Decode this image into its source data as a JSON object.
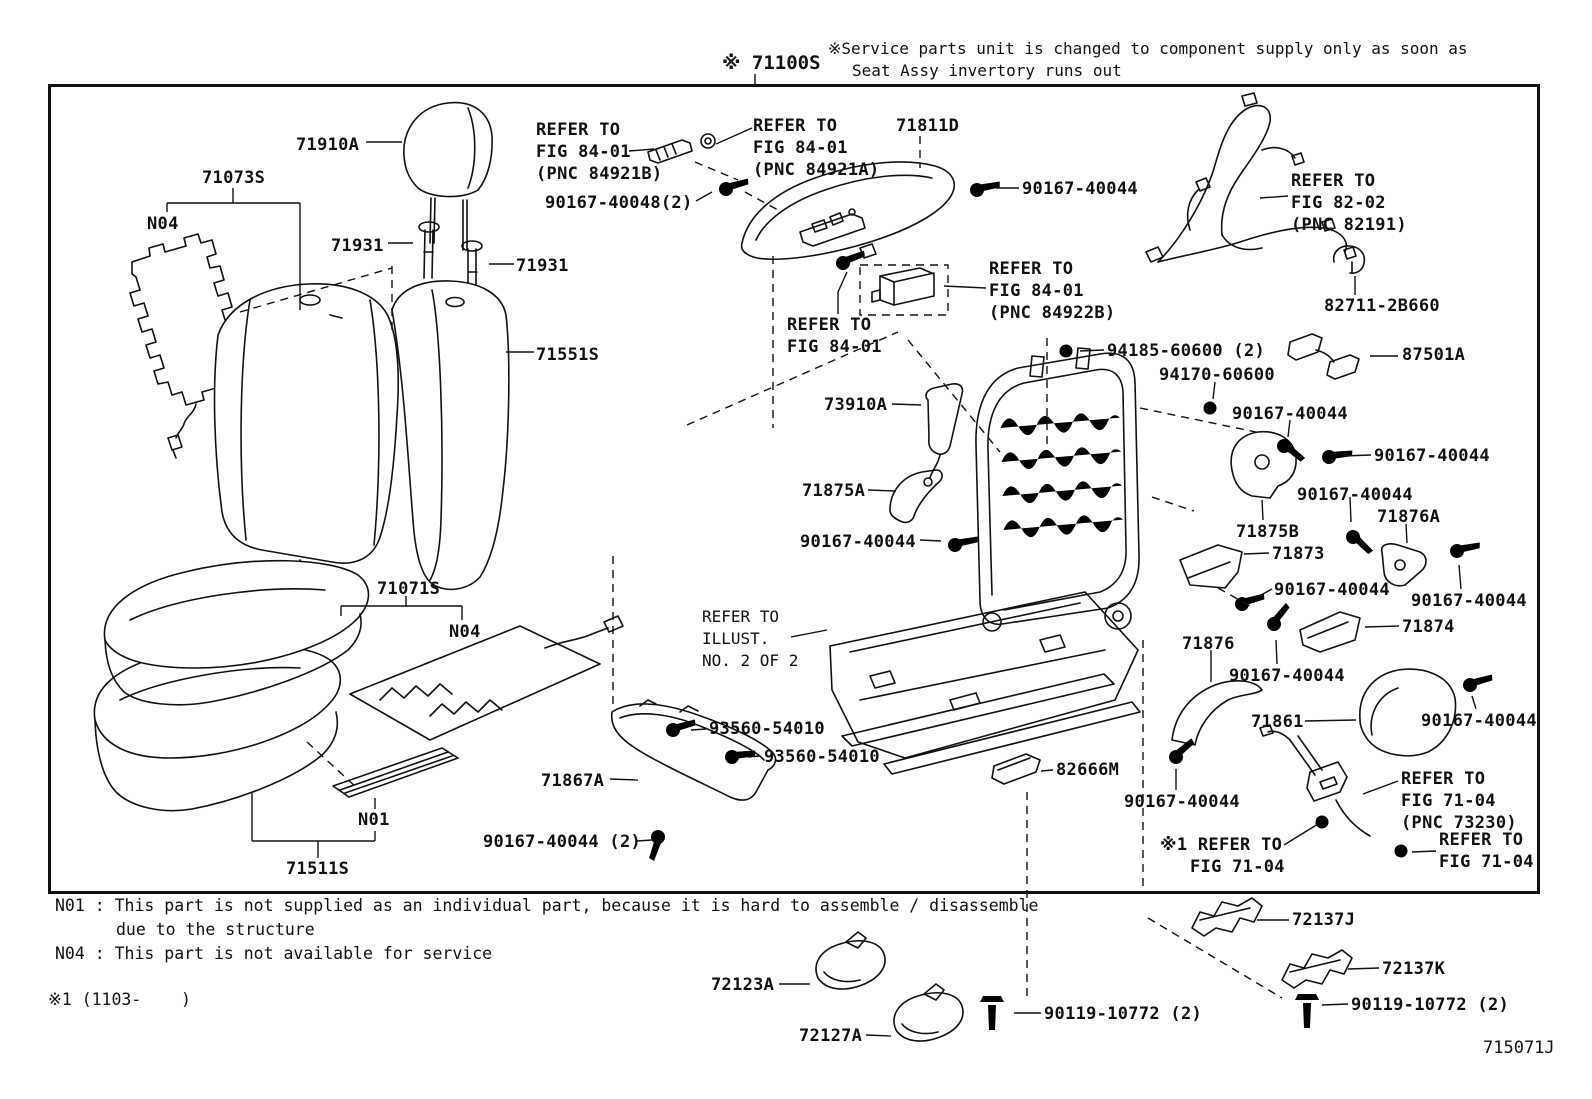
{
  "header": {
    "assembly_callout": "※ 71100S",
    "service_note_line1": "※Service parts unit is changed to component supply only as soon as",
    "service_note_line2": "Seat Assy invertory runs out"
  },
  "callouts": [
    {
      "name": "headrest",
      "text": "71910A"
    },
    {
      "name": "seatback-pad-group",
      "text": "71073S"
    },
    {
      "name": "not-available-upper",
      "text": "N04"
    },
    {
      "name": "headrest-support-left",
      "text": "71931"
    },
    {
      "name": "headrest-support-right",
      "text": "71931"
    },
    {
      "name": "seatback-cover",
      "text": "71551S"
    },
    {
      "name": "refer-fig8401-b",
      "text": "REFER TO\nFIG 84-01\n(PNC 84921B)"
    },
    {
      "name": "screw-40048",
      "text": "90167-40048(2)"
    },
    {
      "name": "refer-fig8401-a",
      "text": "REFER TO\nFIG 84-01\n(PNC 84921A)"
    },
    {
      "name": "shield-switch",
      "text": "71811D"
    },
    {
      "name": "screw-40044-panel",
      "text": "90167-40044"
    },
    {
      "name": "refer-fig8401-motor",
      "text": "REFER TO\nFIG 84-01\n(PNC 84922B)"
    },
    {
      "name": "refer-fig8401-switch",
      "text": "REFER TO\nFIG 84-01"
    },
    {
      "name": "refer-fig8202-harness",
      "text": "REFER TO\nFIG 82-02\n(PNC 82191)"
    },
    {
      "name": "clamp",
      "text": "82711-2B660"
    },
    {
      "name": "sensor",
      "text": "87501A"
    },
    {
      "name": "grommet-94185",
      "text": "94185-60600 (2)"
    },
    {
      "name": "grommet-94170",
      "text": "94170-60600"
    },
    {
      "name": "screw-40044-1",
      "text": "90167-40044"
    },
    {
      "name": "screw-40044-2",
      "text": "90167-40044"
    },
    {
      "name": "screw-40044-3",
      "text": "90167-40044"
    },
    {
      "name": "bracket-76a",
      "text": "71876A"
    },
    {
      "name": "bracket-75b",
      "text": "71875B"
    },
    {
      "name": "shield-73",
      "text": "71873"
    },
    {
      "name": "screw-40044-4",
      "text": "90167-40044"
    },
    {
      "name": "screw-40044-5",
      "text": "90167-40044"
    },
    {
      "name": "bracket-74",
      "text": "71874"
    },
    {
      "name": "bracket-76",
      "text": "71876"
    },
    {
      "name": "screw-40044-6",
      "text": "90167-40044"
    },
    {
      "name": "recliner-cover",
      "text": "71861"
    },
    {
      "name": "screw-40044-7",
      "text": "90167-40044"
    },
    {
      "name": "screw-40044-8",
      "text": "90167-40044"
    },
    {
      "name": "refer-fig7104-buckle",
      "text": "REFER TO\nFIG 71-04\n(PNC 73230)"
    },
    {
      "name": "refer-fig7104-ast1-line1",
      "text": "※1 REFER TO"
    },
    {
      "name": "refer-fig7104-ast1-line2",
      "text": "FIG 71-04"
    },
    {
      "name": "refer-fig7104-right",
      "text": "REFER TO\nFIG 71-04"
    },
    {
      "name": "slide-cover",
      "text": "82666M"
    },
    {
      "name": "airbag",
      "text": "73910A"
    },
    {
      "name": "shield-75a",
      "text": "71875A"
    },
    {
      "name": "screw-40044-airbag",
      "text": "90167-40044"
    },
    {
      "name": "refer-illust",
      "text": "REFER TO\nILLUST.\nNO. 2 OF 2"
    },
    {
      "name": "screw-93560-1",
      "text": "93560-54010"
    },
    {
      "name": "screw-93560-2",
      "text": "93560-54010"
    },
    {
      "name": "front-valance",
      "text": "71867A"
    },
    {
      "name": "screw-40044-valance",
      "text": "90167-40044 (2)"
    },
    {
      "name": "cushion-pad-group",
      "text": "71071S"
    },
    {
      "name": "not-available-lower",
      "text": "N04"
    },
    {
      "name": "not-supplied",
      "text": "N01"
    },
    {
      "name": "cushion-cover",
      "text": "71511S"
    },
    {
      "name": "track-cover-inner",
      "text": "72123A"
    },
    {
      "name": "track-cover-outer",
      "text": "72127A"
    },
    {
      "name": "bolt-10772-left",
      "text": "90119-10772 (2)"
    },
    {
      "name": "track-bracket-j",
      "text": "72137J"
    },
    {
      "name": "track-bracket-k",
      "text": "72137K"
    },
    {
      "name": "bolt-10772-right",
      "text": "90119-10772 (2)"
    }
  ],
  "notes": {
    "n01": "N01 : This part is not supplied as an individual part, because it is hard to assemble / disassemble",
    "n01_cont": "due to the structure",
    "n04": "N04 : This part is not available for service",
    "asterisk1": "※1 (1103-    )"
  },
  "footer": {
    "figure_code": "715071J"
  },
  "colors": {
    "ink": "#111111",
    "background": "#ffffff"
  }
}
